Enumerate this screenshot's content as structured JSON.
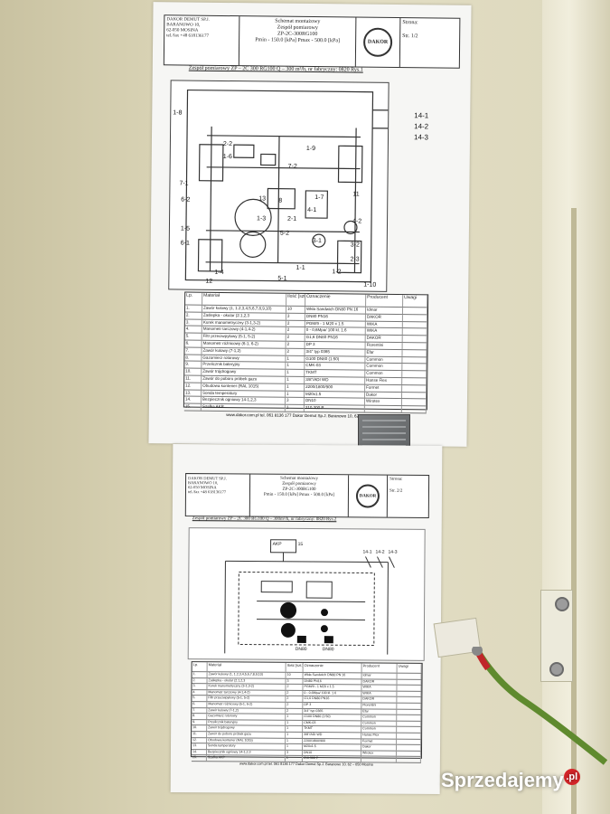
{
  "sheet1": {
    "company": [
      "DAKOR DEMUT SP.J.",
      "BARANOWO 10,",
      "62-050 MOSINA",
      "tel./fax +48 618136177"
    ],
    "title": [
      "Schemat montażowy",
      "Zespół pomiarowy",
      "ZP-2C-300RG100",
      "Pmin - 150.0 [kPa] Pmax - 500.0 [kPa]"
    ],
    "logo": "DAKOR",
    "page_label": "Strona:",
    "page": "Str. 1/2",
    "subtitle": "Zespół pomiarowy ZP – 2C 300 RG100   Q – 300 m³/h, nr fabryczny: 0820   Rys.1",
    "labels": [
      "1-8",
      "2-2",
      "1-6",
      "1-9",
      "7-1",
      "7-2",
      "6-2",
      "1-7",
      "11",
      "13",
      "8",
      "4-1",
      "4-2",
      "1-5",
      "1-3",
      "2-1",
      "6-1",
      "5-2",
      "3-1",
      "3-2",
      "2-3",
      "1-4",
      "5-1",
      "1-1",
      "1-2",
      "1-10",
      "12",
      "14-1",
      "14-2",
      "14-3"
    ],
    "table_headers": [
      "Lp.",
      "Materiał",
      "Ilość [szt.]",
      "Oznaczenie",
      "Producent",
      "Uwagi"
    ],
    "table_rows": [
      [
        "1.",
        "Zawór kulowy (1, 1.2,3,4,5,6,7,8,9,10)",
        "10",
        "Wkła Sandwich DN80 PN 16",
        "Idmar",
        ""
      ],
      [
        "2.",
        "Zaślepka - okular (2.1,2,3",
        "3",
        "DN80 PN16",
        "DAKOR",
        ""
      ],
      [
        "3.",
        "Kurek manometryczny (3-1,3-2)",
        "2",
        "PGM/9 - 1 M20 x 1.5",
        "WIKA",
        ""
      ],
      [
        "4.",
        "Manometr tarczowy (4-1,4-2)",
        "2",
        "0 - 0,6Mpa/ 100 kl. 1.6",
        "WIKA",
        ""
      ],
      [
        "5.",
        "Filtr przeciwpyłowy (5-1, 5-2)",
        "2",
        "G1,6 DN80 PN16",
        "DAKOR",
        ""
      ],
      [
        "6.",
        "Manometr różnicowy (6-1, 6-2)",
        "2",
        "DP 3",
        "Florentini",
        ""
      ],
      [
        "7.",
        "Zawór kulowy (7-1,2)",
        "2",
        "3/4\" typ 0365",
        "Efar",
        ""
      ],
      [
        "8.",
        "Gazomierz rotorowy",
        "1",
        "G100 DN80 (1:50)",
        "Common",
        ""
      ],
      [
        "9.",
        "Przelicznik bateryjny",
        "1",
        "CMK-03",
        "Common",
        ""
      ],
      [
        "10.",
        "Zawór trójdrogowy",
        "1",
        "TKMT",
        "Common",
        ""
      ],
      [
        "11.",
        "Zawór do poboru próbek gazu",
        "1",
        "3/8\"/ADI WD",
        "Hanse Flex",
        ""
      ],
      [
        "12.",
        "Obudowa kontener (RAL 1015)",
        "1",
        "2200/1800/900",
        "Formet",
        ""
      ],
      [
        "13.",
        "Sonda temperatury",
        "1",
        "M20x1.5",
        "Dakor",
        ""
      ],
      [
        "14.",
        "Bezpiecznik ogniowy 14-1,2,3",
        "3",
        "DN10",
        "Wirotex",
        ""
      ],
      [
        "15.",
        "Szafka AKP",
        "1",
        "210.300 P",
        "",
        ""
      ]
    ],
    "footer": "www.dakor.com.pl tel. 061 8136 177 Dakor Demut Sp.J. Baranowo 10, 62 – 050 Mosina"
  },
  "sheet2": {
    "company": [
      "DAKOR DEMUT SP.J.",
      "BARANOWO 10,",
      "62-050 MOSINA",
      "tel./fax +48 618136177"
    ],
    "title": [
      "Schemat montażowy",
      "Zespół pomiarowy",
      "ZP-2C-300RG100",
      "Pmin - 150.0 [kPa] Pmax - 500.0 [kPa]"
    ],
    "logo": "DAKOR",
    "page_label": "Strona:",
    "page": "Str. 2/2",
    "subtitle": "Zespół pomiarowy ZP – 2C 300 RG100   Q – 300m³/h, nr fabryczny: 0820   Rys.2",
    "labels": [
      "AKP",
      "15",
      "14-1",
      "14-2",
      "14-3",
      "DN80",
      "DN80"
    ],
    "footer": "www.dakor.com.pl tel. 061 8136 177 Dakor Demut Sp.J. Baranowo 10, 62 – 050 Mosina"
  },
  "watermark": {
    "text": "Sprzedajemy",
    "suffix": ".pl"
  },
  "colors": {
    "cabinet": "#ddd8bd",
    "paper": "#f6f6f4",
    "cable": "#5f8a2e",
    "cable_red": "#c0262a",
    "watermark_dot": "#d6262a"
  }
}
